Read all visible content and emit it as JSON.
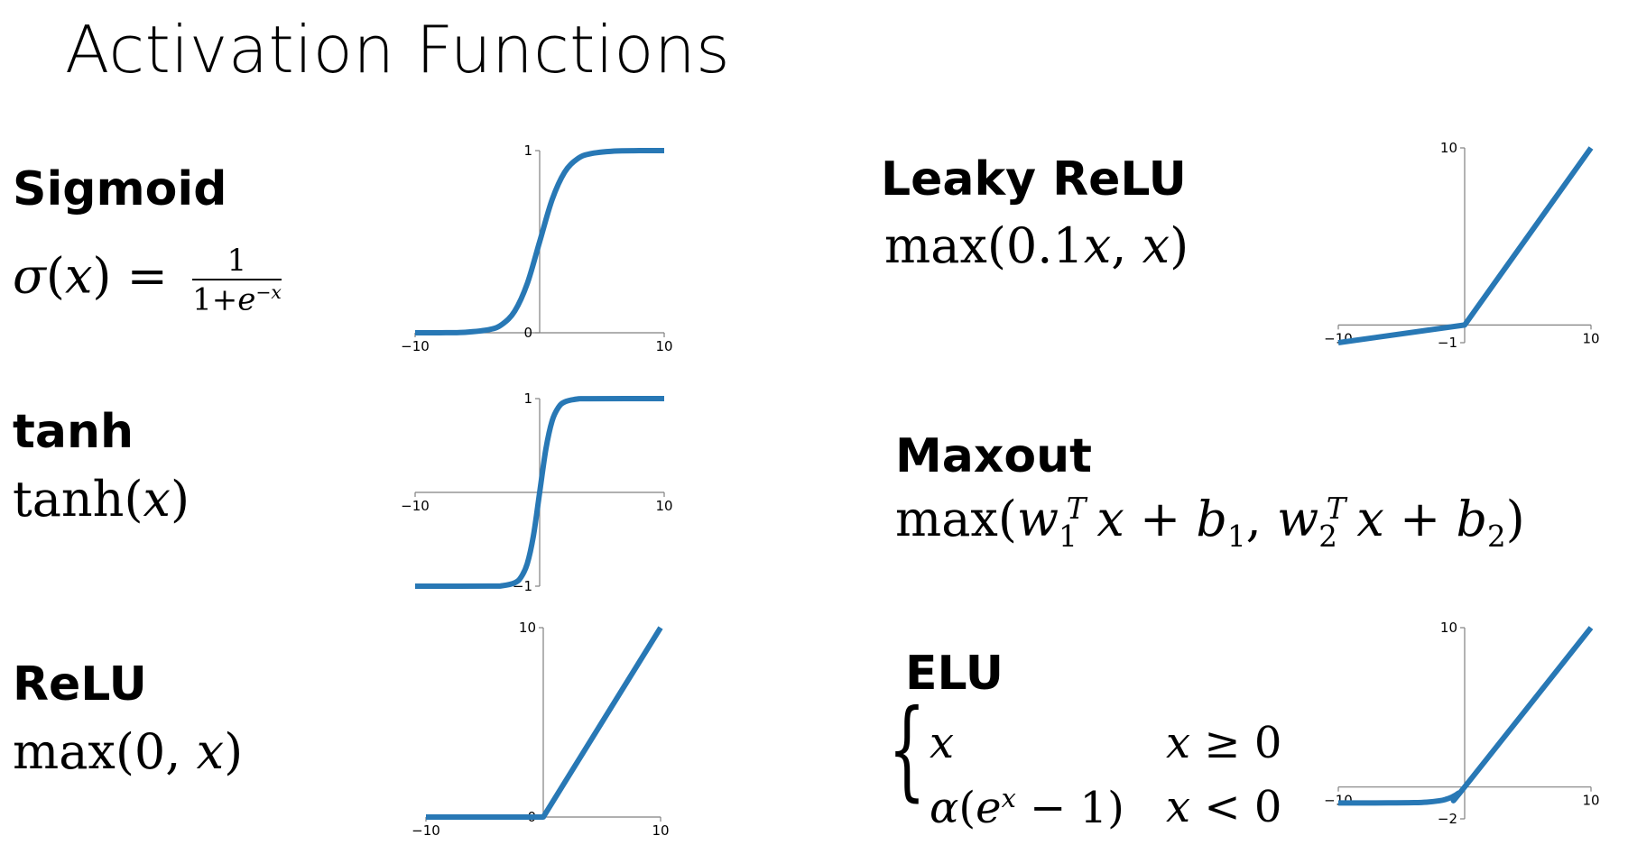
{
  "title": "Activation Functions",
  "functions": {
    "sigmoid": {
      "name": "Sigmoid"
    },
    "tanh": {
      "name": "tanh"
    },
    "relu": {
      "name": "ReLU"
    },
    "leaky": {
      "name": "Leaky ReLU"
    },
    "maxout": {
      "name": "Maxout"
    },
    "elu": {
      "name": "ELU"
    }
  },
  "chart_data": [
    {
      "type": "line",
      "function": "sigmoid",
      "x": [
        -10,
        -8,
        -6,
        -4,
        -3,
        -2,
        -1,
        0,
        1,
        2,
        3,
        4,
        6,
        8,
        10
      ],
      "y": [
        0.0,
        0.0003,
        0.0025,
        0.018,
        0.047,
        0.119,
        0.269,
        0.5,
        0.731,
        0.881,
        0.953,
        0.982,
        0.9975,
        0.9997,
        1.0
      ],
      "xlim": [
        -10,
        10
      ],
      "ylim": [
        0,
        1
      ],
      "xticks": [
        "−10",
        "10"
      ],
      "yticks": [
        "0",
        "1"
      ],
      "color": "#2878b5"
    },
    {
      "type": "line",
      "function": "tanh",
      "x": [
        -10,
        -4,
        -3,
        -2,
        -1.5,
        -1,
        -0.5,
        0,
        0.5,
        1,
        1.5,
        2,
        3,
        4,
        10
      ],
      "y": [
        -1.0,
        -0.999,
        -0.995,
        -0.964,
        -0.905,
        -0.762,
        -0.462,
        0,
        0.462,
        0.762,
        0.905,
        0.964,
        0.995,
        0.999,
        1.0
      ],
      "xlim": [
        -10,
        10
      ],
      "ylim": [
        -1,
        1
      ],
      "xticks": [
        "−10",
        "10"
      ],
      "yticks": [
        "−1",
        "1"
      ],
      "color": "#2878b5"
    },
    {
      "type": "line",
      "function": "relu",
      "x": [
        -10,
        0,
        10
      ],
      "y": [
        0,
        0,
        10
      ],
      "xlim": [
        -10,
        10
      ],
      "ylim": [
        0,
        10
      ],
      "xticks": [
        "−10",
        "10"
      ],
      "yticks": [
        "0",
        "10"
      ],
      "color": "#2878b5"
    },
    {
      "type": "line",
      "function": "leaky_relu",
      "x": [
        -10,
        0,
        10
      ],
      "y": [
        -1,
        0,
        10
      ],
      "xlim": [
        -10,
        10
      ],
      "ylim": [
        -1,
        10
      ],
      "xticks": [
        "−10",
        "10"
      ],
      "yticks": [
        "−1",
        "10"
      ],
      "color": "#2878b5"
    },
    {
      "type": "line",
      "function": "elu",
      "x": [
        -10,
        -6,
        -4,
        -3,
        -2,
        -1.5,
        -1,
        -0.5,
        0,
        10
      ],
      "y": [
        -1.0,
        -0.998,
        -0.982,
        -0.95,
        -0.865,
        -0.777,
        -0.632,
        -0.393,
        0,
        10
      ],
      "xlim": [
        -10,
        10
      ],
      "ylim": [
        -2,
        10
      ],
      "xticks": [
        "−10",
        "10"
      ],
      "yticks": [
        "−2",
        "10"
      ],
      "color": "#2878b5"
    }
  ]
}
